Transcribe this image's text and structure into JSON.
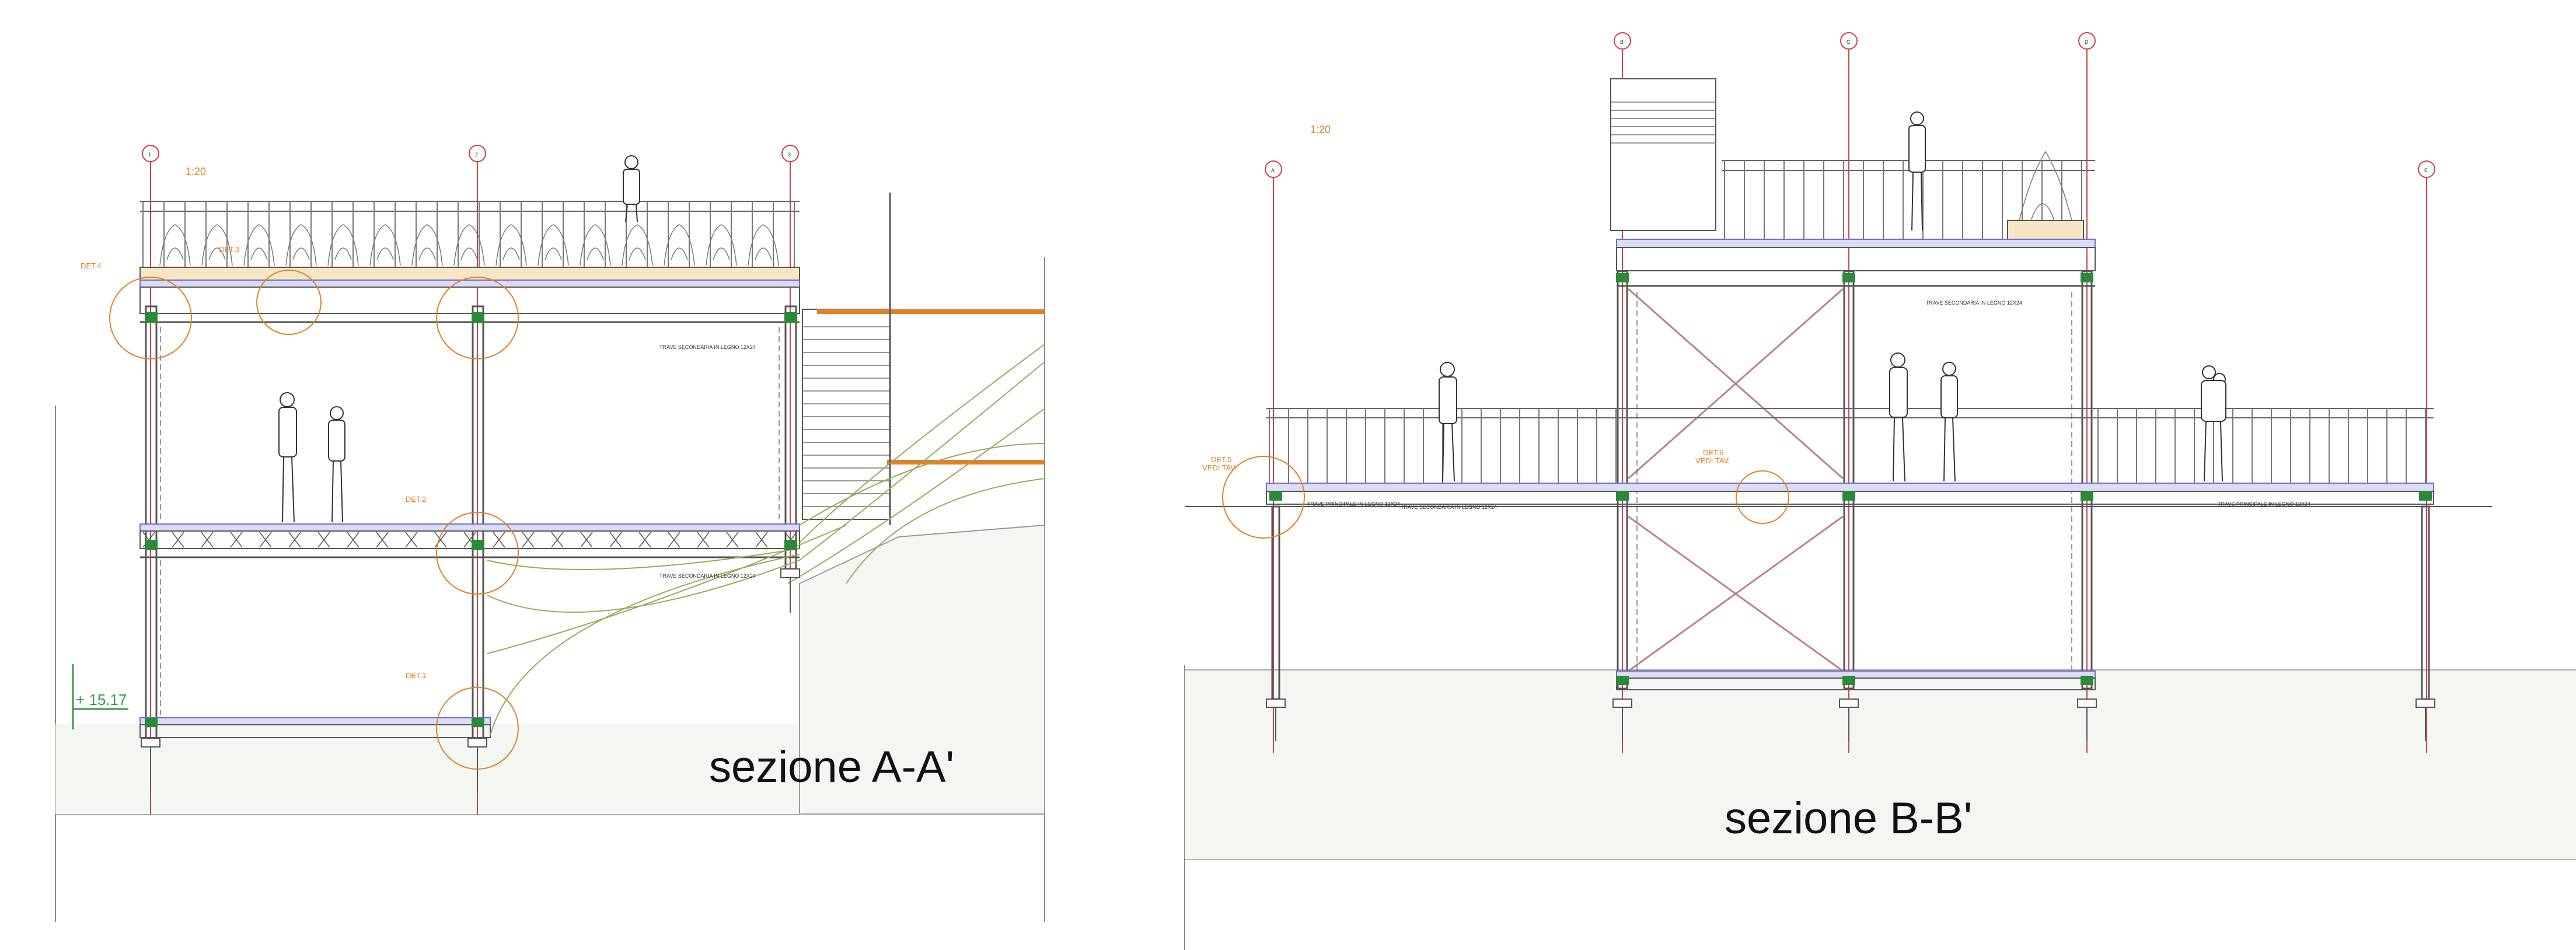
{
  "drawings": {
    "section_a": {
      "title": "sezione A-A'",
      "scale": "1:20",
      "axes": [
        "1",
        "2",
        "3"
      ],
      "details": [
        "DET.4",
        "DET.2",
        "DET.1",
        "DET.3"
      ],
      "level": "+ 15.17",
      "beam_note": "TRAVE SECONDARIA IN LEGNO 12X24"
    },
    "section_b": {
      "title": "sezione B-B'",
      "scale": "1:20",
      "axes": [
        "A",
        "B",
        "C",
        "D",
        "E"
      ],
      "details": [
        "DET.5",
        "VEDI TAV.",
        "DET.6",
        "VEDI TAV."
      ],
      "beam_note_main": "TRAVE PRINCIPALE IN LEGNO 12X24",
      "beam_note_secondary": "TRAVE SECONDARIA IN LEGNO 12X24"
    }
  },
  "colors": {
    "line": "#555555",
    "steel_blue": "#6e6ecf",
    "orange": "#e0812a",
    "green": "#7f9a3a",
    "crossbrace": "#c08080",
    "connector": "#2a8a3a",
    "grid": "#cc4444"
  }
}
